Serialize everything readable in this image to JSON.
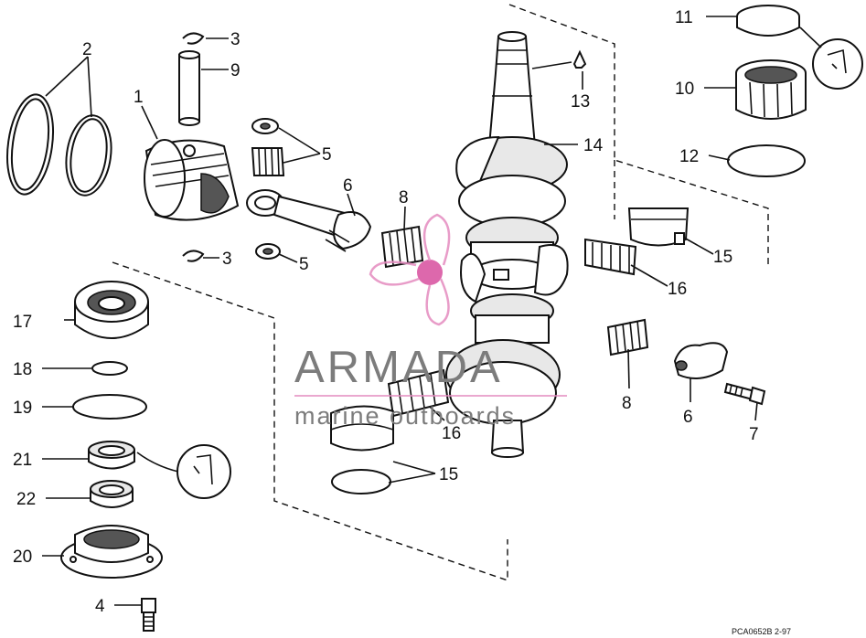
{
  "callouts": [
    {
      "id": "2",
      "label": "2"
    },
    {
      "id": "3a",
      "label": "3"
    },
    {
      "id": "9",
      "label": "9"
    },
    {
      "id": "1",
      "label": "1"
    },
    {
      "id": "5a",
      "label": "5"
    },
    {
      "id": "6a",
      "label": "6"
    },
    {
      "id": "8a",
      "label": "8"
    },
    {
      "id": "3b",
      "label": "3"
    },
    {
      "id": "5b",
      "label": "5"
    },
    {
      "id": "13",
      "label": "13"
    },
    {
      "id": "14",
      "label": "14"
    },
    {
      "id": "11",
      "label": "11"
    },
    {
      "id": "10",
      "label": "10"
    },
    {
      "id": "12",
      "label": "12"
    },
    {
      "id": "15a",
      "label": "15"
    },
    {
      "id": "16a",
      "label": "16"
    },
    {
      "id": "17",
      "label": "17"
    },
    {
      "id": "18",
      "label": "18"
    },
    {
      "id": "19",
      "label": "19"
    },
    {
      "id": "21",
      "label": "21"
    },
    {
      "id": "22",
      "label": "22"
    },
    {
      "id": "20",
      "label": "20"
    },
    {
      "id": "4",
      "label": "4"
    },
    {
      "id": "8b",
      "label": "8"
    },
    {
      "id": "6b",
      "label": "6"
    },
    {
      "id": "7",
      "label": "7"
    },
    {
      "id": "16b",
      "label": "16"
    },
    {
      "id": "15b",
      "label": "15"
    }
  ],
  "watermark": {
    "brand": "ARMADA",
    "tagline": "marine outboards",
    "color": "#e48bbf"
  },
  "drawing_code": "PCA0652B   2-97"
}
